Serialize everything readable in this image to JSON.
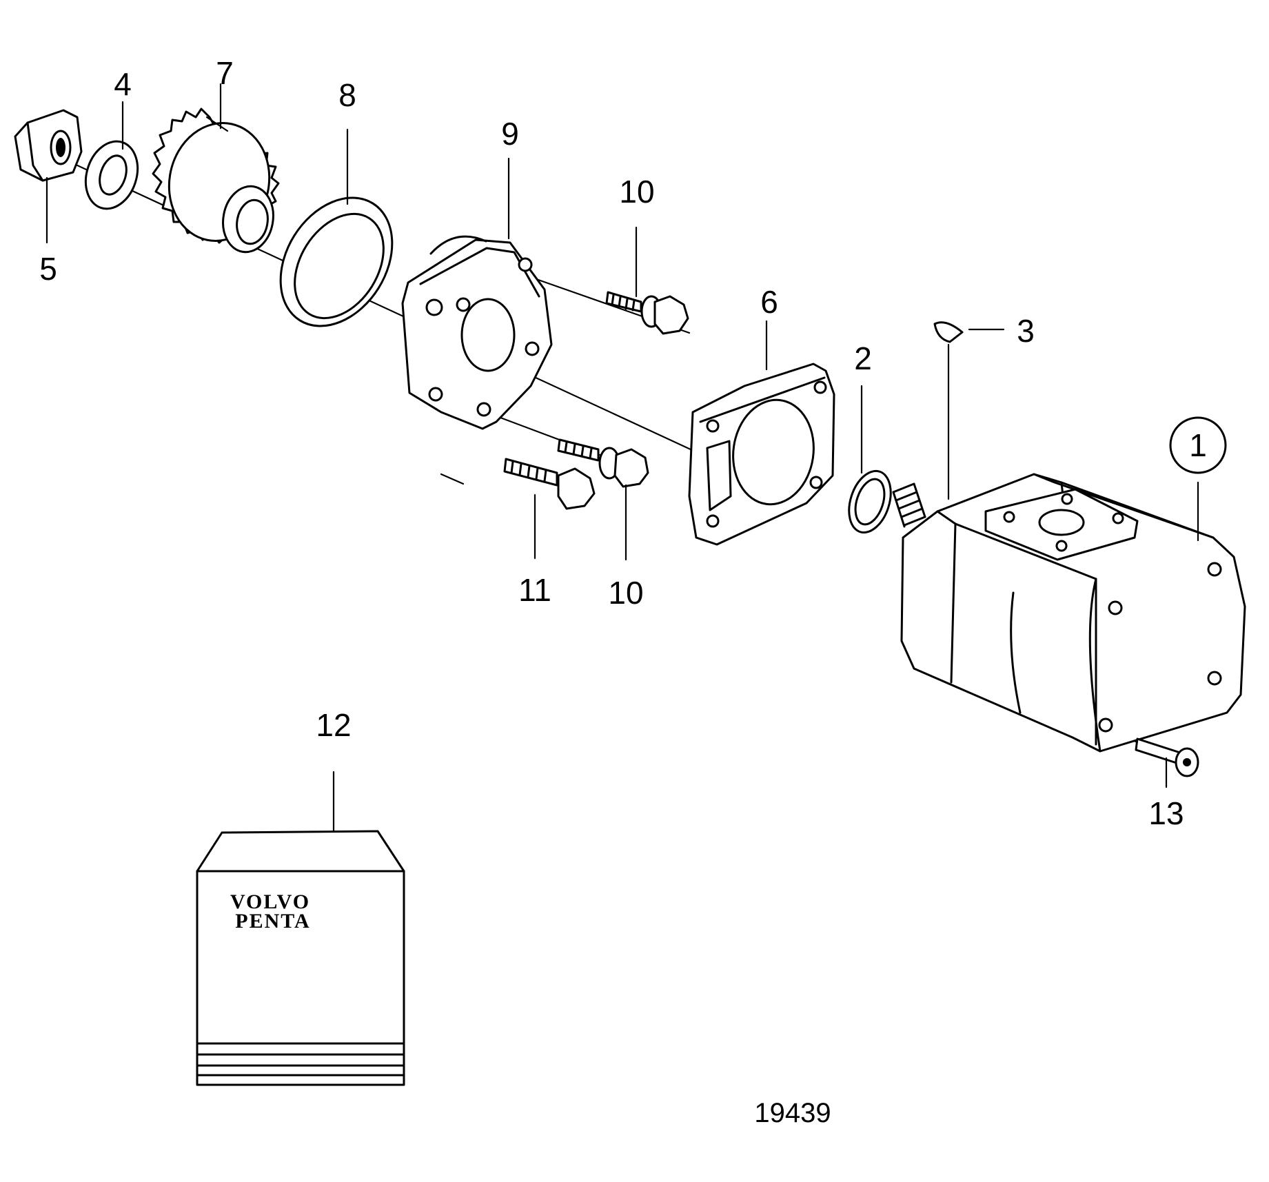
{
  "drawing_number": "19439",
  "callouts": {
    "c1": "1",
    "c2": "2",
    "c3": "3",
    "c4": "4",
    "c5": "5",
    "c6": "6",
    "c7": "7",
    "c8": "8",
    "c9": "9",
    "c10a": "10",
    "c10b": "10",
    "c11": "11",
    "c12": "12",
    "c13": "13"
  },
  "kit_logo": {
    "line1": "VOLVO",
    "line2": "PENTA"
  }
}
